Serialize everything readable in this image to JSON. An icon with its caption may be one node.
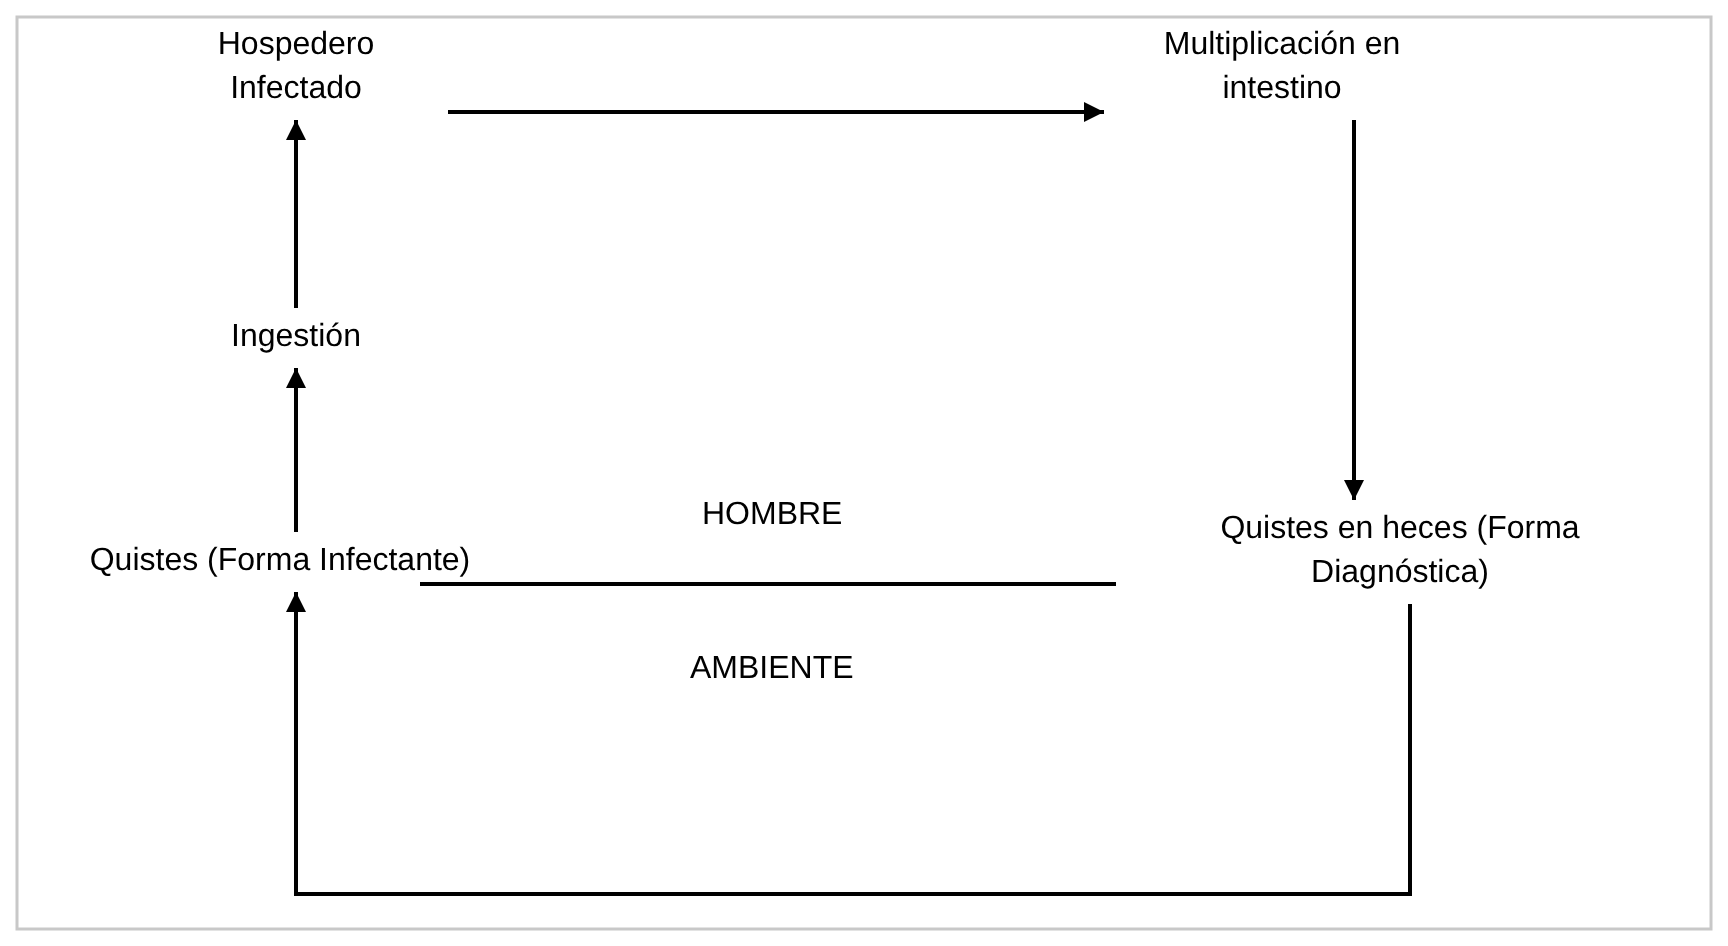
{
  "diagram": {
    "nodes": [
      {
        "text": [
          "Hospedero Infectado"
        ]
      },
      {
        "text": [
          "Multiplicación en intestino"
        ]
      },
      {
        "text": [
          "Ingestión"
        ]
      },
      {
        "text": [
          "Quistes (Forma Infectante)"
        ]
      },
      {
        "text": [
          "Quistes en heces (Forma Diagnóstica)"
        ]
      }
    ],
    "edges": [
      {
        "from": 0,
        "to": 1,
        "arrow": "to"
      },
      {
        "from": 1,
        "to": 4,
        "arrow": "to"
      },
      {
        "from": 2,
        "to": 0,
        "arrow": "to"
      },
      {
        "from": 3,
        "to": 2,
        "arrow": "to"
      },
      {
        "from": 4,
        "to": 3,
        "arrow": "to"
      }
    ],
    "labels": [
      "HOMBRE",
      "AMBIENTE"
    ]
  }
}
